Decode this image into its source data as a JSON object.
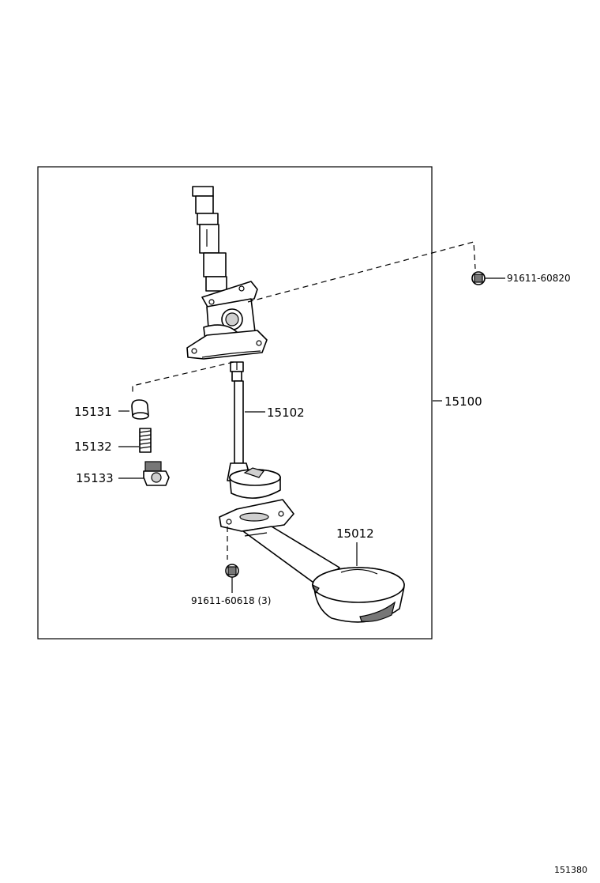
{
  "diagram": {
    "parts": {
      "assembly": "15100",
      "shaft": "15102",
      "strainer": "15012",
      "relief_plunger": "15131",
      "relief_spring": "15132",
      "relief_plug": "15133",
      "bolt_upper": "91611-60820",
      "bolt_lower": "91611-60618 (3)"
    },
    "figure_code": "151380"
  }
}
